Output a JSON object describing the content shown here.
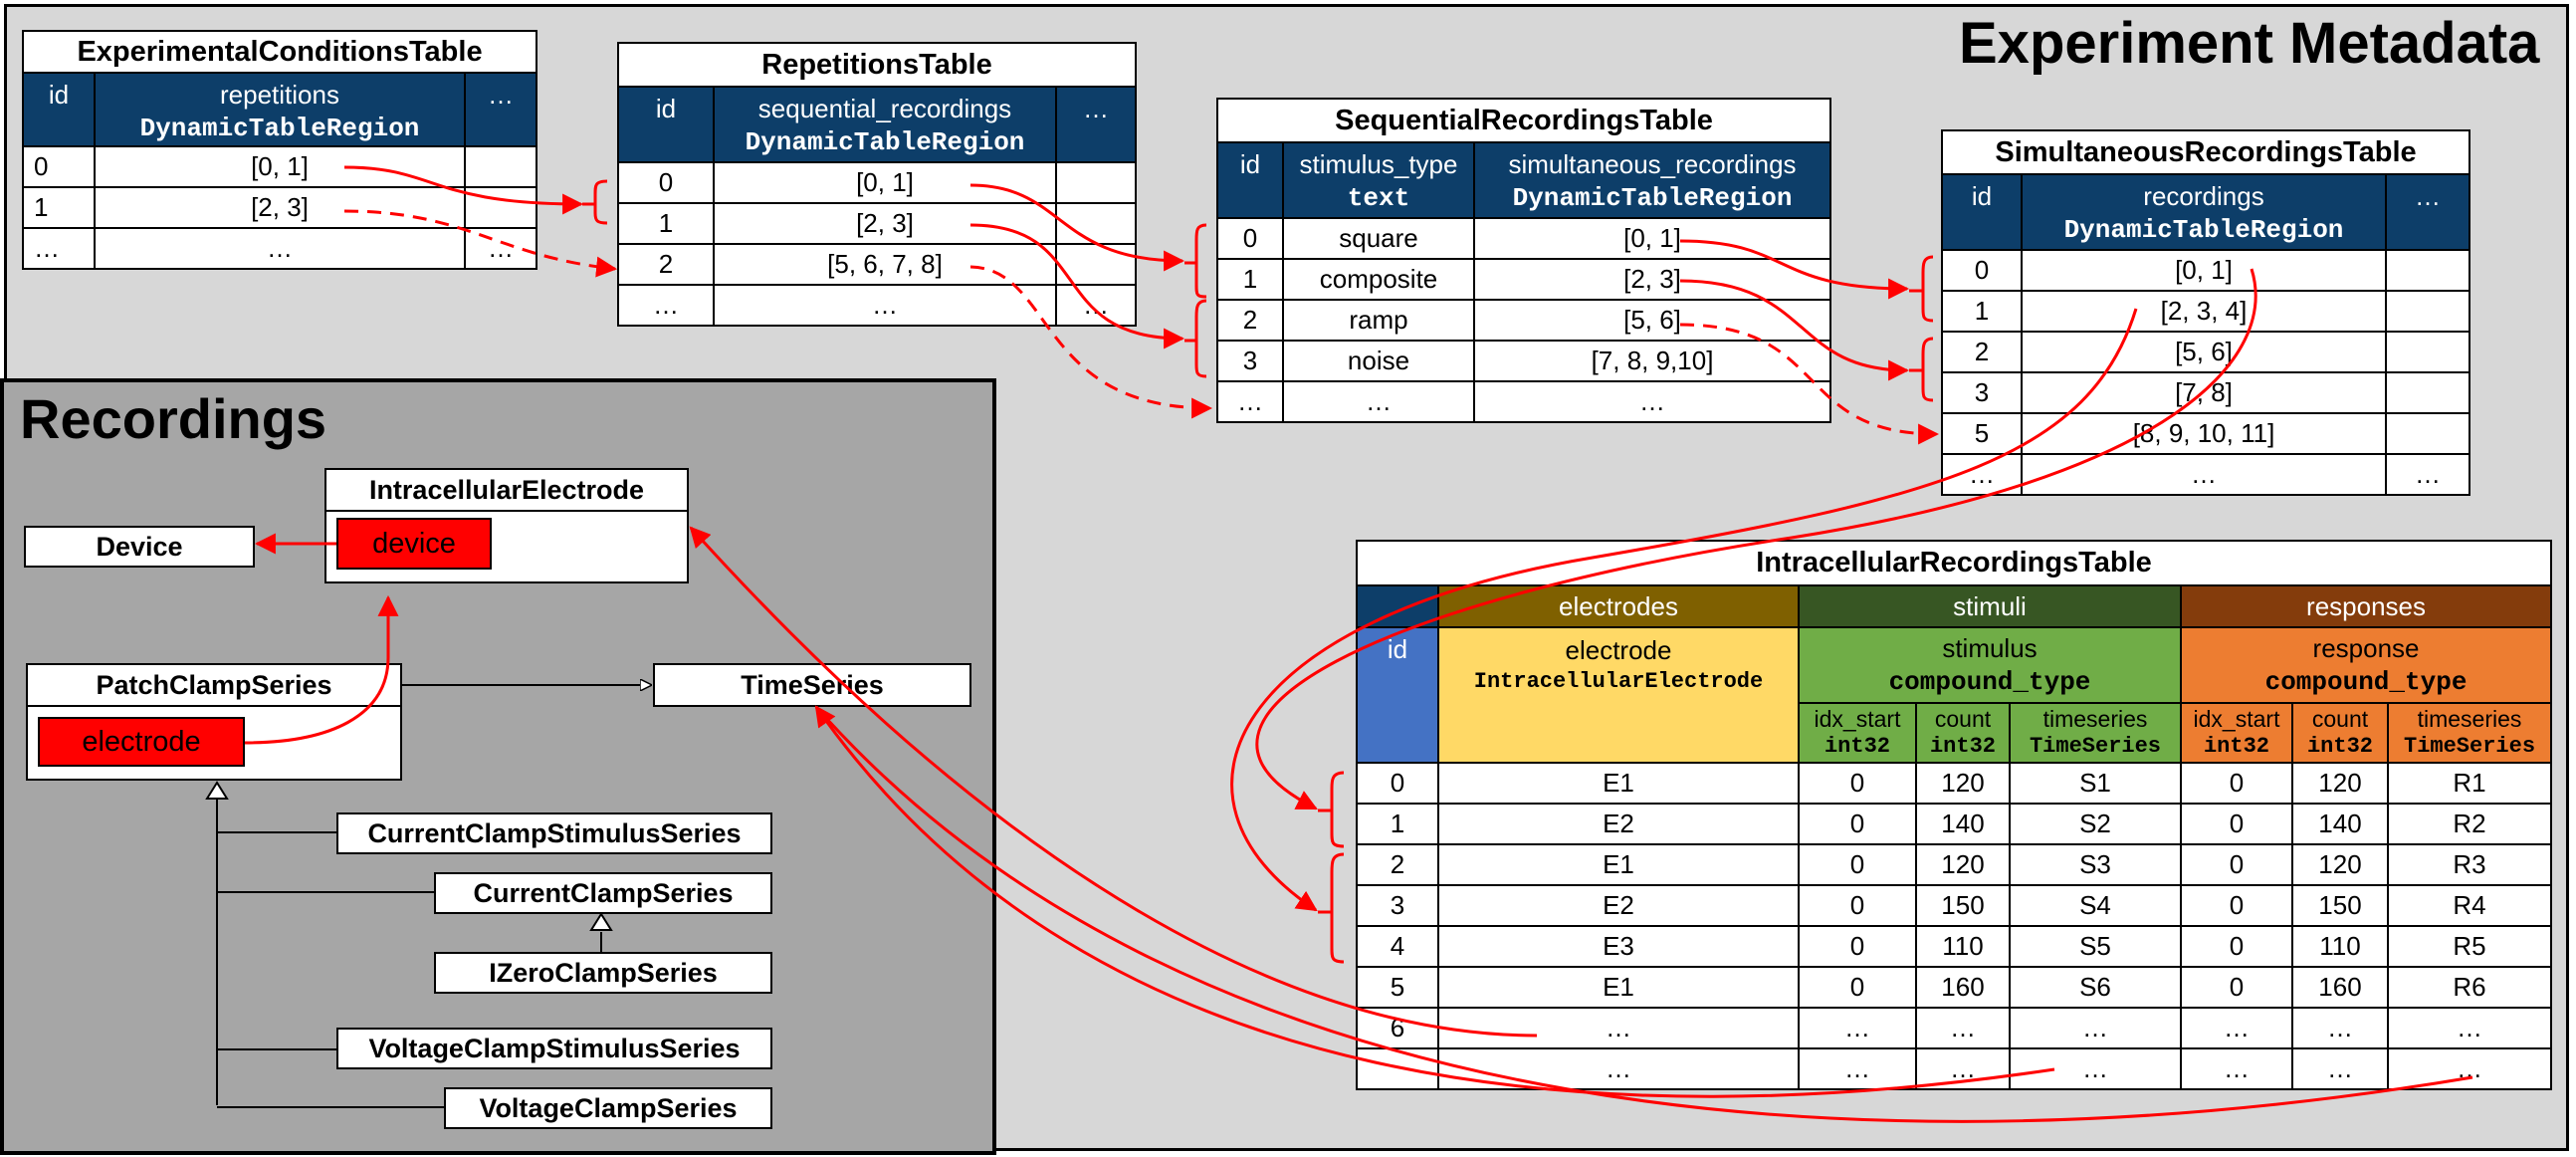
{
  "experiment_metadata": {
    "title": "Experiment Metadata",
    "experimental_conditions_table": {
      "title": "ExperimentalConditionsTable",
      "headers": [
        {
          "name": "id",
          "type": ""
        },
        {
          "name": "repetitions",
          "type": "DynamicTableRegion"
        },
        {
          "name": "…",
          "type": ""
        }
      ],
      "rows": [
        [
          "0",
          "[0, 1]",
          ""
        ],
        [
          "1",
          "[2, 3]",
          ""
        ],
        [
          "…",
          "…",
          "…"
        ]
      ]
    },
    "repetitions_table": {
      "title": "RepetitionsTable",
      "headers": [
        {
          "name": "id",
          "type": ""
        },
        {
          "name": "sequential_recordings",
          "type": "DynamicTableRegion"
        },
        {
          "name": "…",
          "type": ""
        }
      ],
      "rows": [
        [
          "0",
          "[0, 1]",
          ""
        ],
        [
          "1",
          "[2, 3]",
          ""
        ],
        [
          "2",
          "[5, 6, 7, 8]",
          ""
        ],
        [
          "…",
          "…",
          "…"
        ]
      ]
    },
    "sequential_recordings_table": {
      "title": "SequentialRecordingsTable",
      "headers": [
        {
          "name": "id",
          "type": ""
        },
        {
          "name": "stimulus_type",
          "type": "text"
        },
        {
          "name": "simultaneous_recordings",
          "type": "DynamicTableRegion"
        }
      ],
      "rows": [
        [
          "0",
          "square",
          "[0, 1]"
        ],
        [
          "1",
          "composite",
          "[2, 3]"
        ],
        [
          "2",
          "ramp",
          "[5, 6]"
        ],
        [
          "3",
          "noise",
          "[7, 8, 9,10]"
        ],
        [
          "…",
          "…",
          "…"
        ]
      ]
    },
    "simultaneous_recordings_table": {
      "title": "SimultaneousRecordingsTable",
      "headers": [
        {
          "name": "id",
          "type": ""
        },
        {
          "name": "recordings",
          "type": "DynamicTableRegion"
        },
        {
          "name": "…",
          "type": ""
        }
      ],
      "rows": [
        [
          "0",
          "[0, 1]",
          ""
        ],
        [
          "1",
          "[2, 3, 4]",
          ""
        ],
        [
          "2",
          "[5, 6]",
          ""
        ],
        [
          "3",
          "[7, 8]",
          ""
        ],
        [
          "5",
          "[8, 9, 10, 11]",
          ""
        ],
        [
          "…",
          "…",
          "…"
        ]
      ]
    }
  },
  "intracellular_recordings_table": {
    "title": "IntracellularRecordingsTable",
    "groups": {
      "electrodes": "electrodes",
      "stimuli": "stimuli",
      "responses": "responses"
    },
    "id_header": "id",
    "electrode": {
      "name": "electrode",
      "type": "IntracellularElectrode"
    },
    "stimulus": {
      "name": "stimulus",
      "type": "compound_type"
    },
    "response": {
      "name": "response",
      "type": "compound_type"
    },
    "sub_headers": [
      {
        "name": "idx_start",
        "type": "int32"
      },
      {
        "name": "count",
        "type": "int32"
      },
      {
        "name": "timeseries",
        "type": "TimeSeries"
      }
    ],
    "rows": [
      [
        "0",
        "E1",
        "0",
        "120",
        "S1",
        "0",
        "120",
        "R1"
      ],
      [
        "1",
        "E2",
        "0",
        "140",
        "S2",
        "0",
        "140",
        "R2"
      ],
      [
        "2",
        "E1",
        "0",
        "120",
        "S3",
        "0",
        "120",
        "R3"
      ],
      [
        "3",
        "E2",
        "0",
        "150",
        "S4",
        "0",
        "150",
        "R4"
      ],
      [
        "4",
        "E3",
        "0",
        "110",
        "S5",
        "0",
        "110",
        "R5"
      ],
      [
        "5",
        "E1",
        "0",
        "160",
        "S6",
        "0",
        "160",
        "R6"
      ],
      [
        "6",
        "…",
        "…",
        "…",
        "…",
        "…",
        "…",
        "…"
      ],
      [
        "",
        "…",
        "…",
        "…",
        "…",
        "…",
        "…",
        "…"
      ]
    ],
    "colors": {
      "id_header": "#4472c4",
      "electrodes_group": "#7f6000",
      "electrodes_field": "#ffd966",
      "stimuli_group": "#375623",
      "stimuli_field": "#70ad47",
      "responses_group": "#843c0c",
      "responses_field": "#ed7d31",
      "header_dark": "#0d3e69"
    }
  },
  "recordings": {
    "title": "Recordings",
    "device": "Device",
    "intracellular_electrode": {
      "title": "IntracellularElectrode",
      "field": "device"
    },
    "patch_clamp_series": {
      "title": "PatchClampSeries",
      "field": "electrode"
    },
    "time_series": "TimeSeries",
    "current_clamp_stimulus_series": "CurrentClampStimulusSeries",
    "current_clamp_series": "CurrentClampSeries",
    "izero_clamp_series": "IZeroClampSeries",
    "voltage_clamp_stimulus_series": "VoltageClampStimulusSeries",
    "voltage_clamp_series": "VoltageClampSeries"
  },
  "colors": {
    "arrow": "#ff0000",
    "metadata_bg": "#d7d7d7",
    "recordings_bg": "#a6a6a6",
    "field_bg": "#ff0000"
  }
}
